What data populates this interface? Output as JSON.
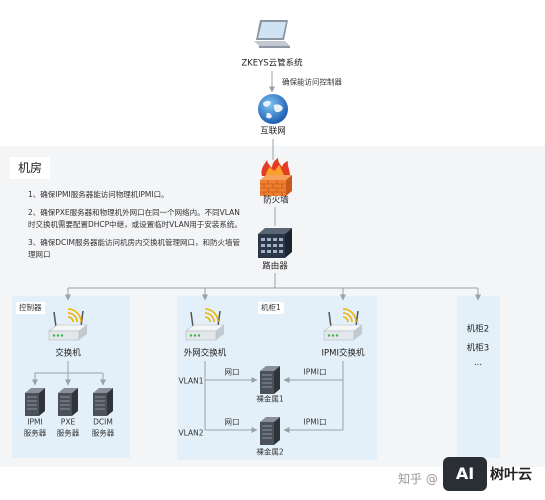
{
  "colors": {
    "room_bg": "#f4f5f7",
    "panel_bg": "#e4f0f9",
    "line": "#9aa0a6",
    "firewall": "#ef7f2f",
    "router": "#2c3646",
    "signal": "#f0b400"
  },
  "top": {
    "laptop_label": "ZKEYS云管系统",
    "arrow_label": "确保能访问控制器",
    "internet_label": "互联网"
  },
  "room": {
    "title": "机房",
    "notes": [
      "1、确保IPMI服务器能访问物理机IPMI口。",
      "2、确保PXE服务器和物理机外网口在同一个网络内。不同VLAN时交换机需要配置DHCP中继，或设置临时VLAN用于安装系统。",
      "3、确保DCIM服务器能访问机房内交换机管理网口，和防火墙管理网口"
    ],
    "firewall_label": "防火墙",
    "router_label": "路由器"
  },
  "controller": {
    "title": "控制器",
    "switch_label": "交换机",
    "servers": [
      {
        "line1": "IPMI",
        "line2": "服务器"
      },
      {
        "line1": "PXE",
        "line2": "服务器"
      },
      {
        "line1": "DCIM",
        "line2": "服务器"
      }
    ]
  },
  "cabinet1": {
    "title": "机柜1",
    "ext_switch_label": "外网交换机",
    "ipmi_switch_label": "IPMI交换机",
    "bm1_label": "裸金属1",
    "bm2_label": "裸金属2",
    "vlan1": "VLAN1",
    "vlan2": "VLAN2",
    "port_label": "网口",
    "ipmi_port_label": "IPMI口"
  },
  "other_cabinets": {
    "items": [
      "机柜2",
      "机柜3",
      "···"
    ]
  },
  "watermark": {
    "text": "知乎 @",
    "logo": "AI",
    "brand": "树叶云"
  },
  "icons": [
    "laptop-icon",
    "globe-icon",
    "firewall-icon",
    "router-icon",
    "wireless-switch-icon",
    "server-icon"
  ]
}
